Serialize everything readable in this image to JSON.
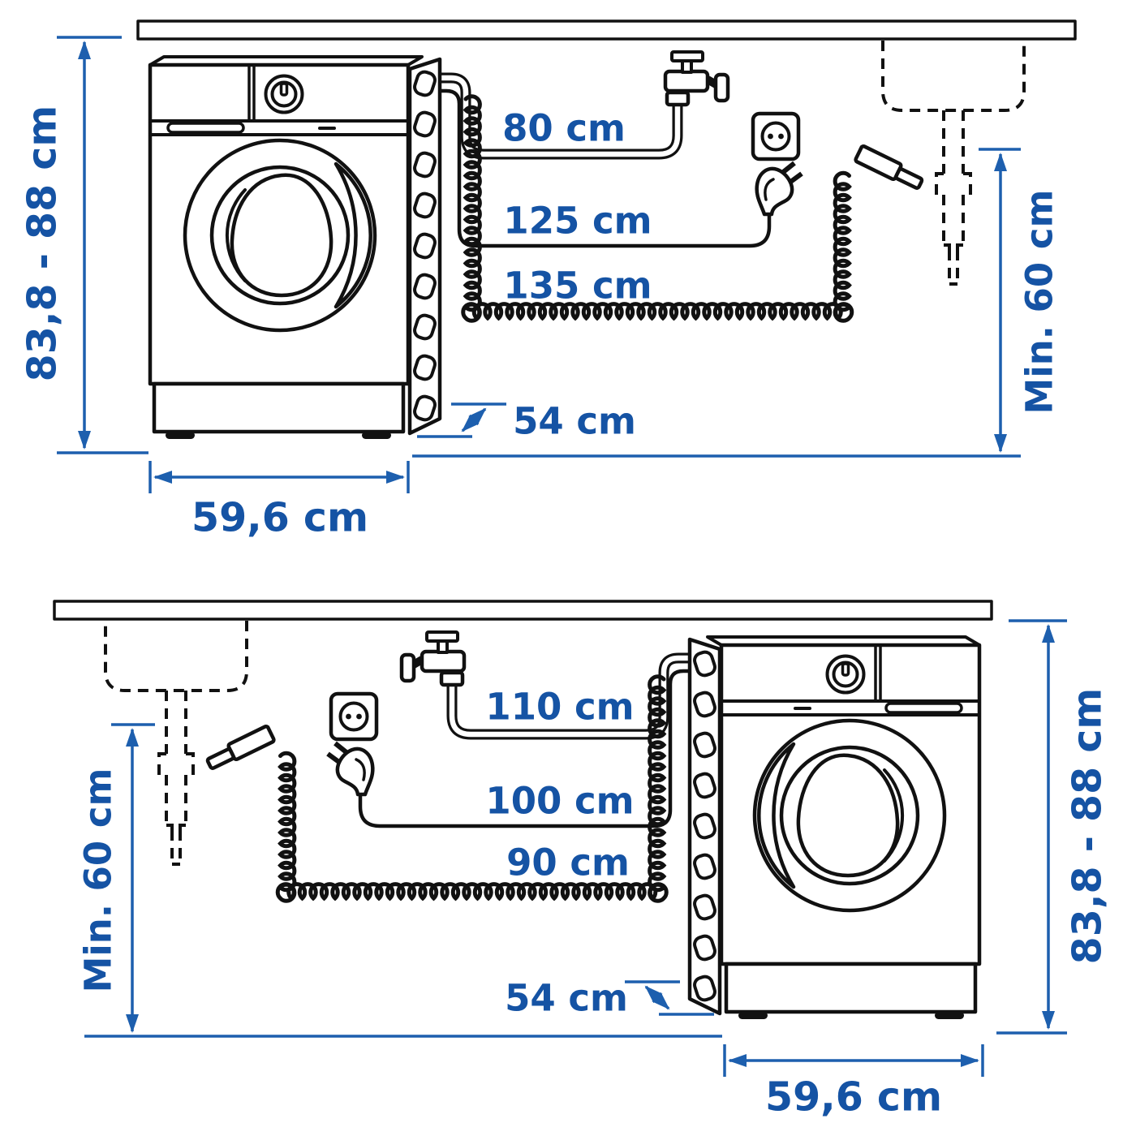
{
  "title": "Washing machine installation clearances and hose lengths",
  "colors": {
    "dimension_text": "#1553a4",
    "dimension_line": "#1d5fae",
    "ink": "#111111",
    "background": "#ffffff"
  },
  "top_diagram": {
    "height_label": "83,8 - 88 cm",
    "supply_hose_label": "80 cm",
    "power_cable_label": "125 cm",
    "drain_hose_label": "135 cm",
    "depth_label": "54 cm",
    "width_label": "59,6 cm",
    "min_drain_height_label": "Min. 60 cm"
  },
  "bottom_diagram": {
    "min_drain_height_label": "Min. 60 cm",
    "supply_hose_label": "110 cm",
    "power_cable_label": "100 cm",
    "drain_hose_label": "90 cm",
    "depth_label": "54 cm",
    "width_label": "59,6 cm",
    "height_label": "83,8 - 88 cm"
  }
}
